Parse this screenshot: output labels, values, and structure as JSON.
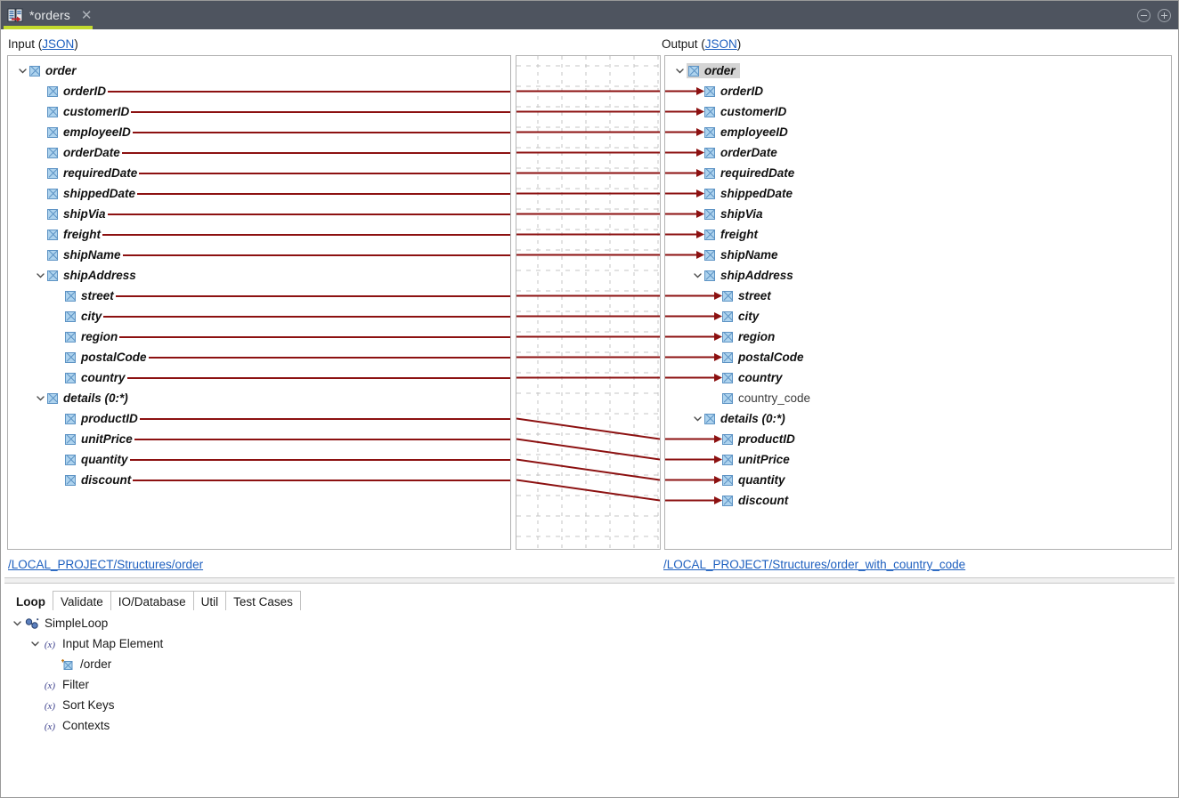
{
  "window": {
    "tab_title": "*orders",
    "tab_icon": "mapping-document-icon",
    "close_icon": "close-icon",
    "minimize_icon": "minimize-icon",
    "maximize_icon": "maximize-icon",
    "accent_color": "#c2d92e",
    "titlebar_color": "#4e545f"
  },
  "input": {
    "label": "Input (",
    "format": "JSON",
    "label_close": ")",
    "footer_link": "/LOCAL_PROJECT/Structures/order",
    "nodes": [
      {
        "label": "order",
        "indent": 0,
        "twisty": "expanded",
        "mapped": false,
        "style": "bold-italic"
      },
      {
        "label": "orderID",
        "indent": 1,
        "twisty": "none",
        "mapped": true,
        "style": "bold-italic"
      },
      {
        "label": "customerID",
        "indent": 1,
        "twisty": "none",
        "mapped": true,
        "style": "bold-italic"
      },
      {
        "label": "employeeID",
        "indent": 1,
        "twisty": "none",
        "mapped": true,
        "style": "bold-italic"
      },
      {
        "label": "orderDate",
        "indent": 1,
        "twisty": "none",
        "mapped": true,
        "style": "bold-italic"
      },
      {
        "label": "requiredDate",
        "indent": 1,
        "twisty": "none",
        "mapped": true,
        "style": "bold-italic"
      },
      {
        "label": "shippedDate",
        "indent": 1,
        "twisty": "none",
        "mapped": true,
        "style": "bold-italic"
      },
      {
        "label": "shipVia",
        "indent": 1,
        "twisty": "none",
        "mapped": true,
        "style": "bold-italic"
      },
      {
        "label": "freight",
        "indent": 1,
        "twisty": "none",
        "mapped": true,
        "style": "bold-italic"
      },
      {
        "label": "shipName",
        "indent": 1,
        "twisty": "none",
        "mapped": true,
        "style": "bold-italic"
      },
      {
        "label": "shipAddress",
        "indent": 1,
        "twisty": "expanded",
        "mapped": false,
        "style": "bold-italic"
      },
      {
        "label": "street",
        "indent": 2,
        "twisty": "none",
        "mapped": true,
        "style": "bold-italic"
      },
      {
        "label": "city",
        "indent": 2,
        "twisty": "none",
        "mapped": true,
        "style": "bold-italic"
      },
      {
        "label": "region",
        "indent": 2,
        "twisty": "none",
        "mapped": true,
        "style": "bold-italic"
      },
      {
        "label": "postalCode",
        "indent": 2,
        "twisty": "none",
        "mapped": true,
        "style": "bold-italic"
      },
      {
        "label": "country",
        "indent": 2,
        "twisty": "none",
        "mapped": true,
        "style": "bold-italic"
      },
      {
        "label": "details (0:*)",
        "indent": 1,
        "twisty": "expanded",
        "mapped": false,
        "style": "bold-italic"
      },
      {
        "label": "productID",
        "indent": 2,
        "twisty": "none",
        "mapped": true,
        "style": "bold-italic"
      },
      {
        "label": "unitPrice",
        "indent": 2,
        "twisty": "none",
        "mapped": true,
        "style": "bold-italic"
      },
      {
        "label": "quantity",
        "indent": 2,
        "twisty": "none",
        "mapped": true,
        "style": "bold-italic"
      },
      {
        "label": "discount",
        "indent": 2,
        "twisty": "none",
        "mapped": true,
        "style": "bold-italic"
      }
    ]
  },
  "output": {
    "label": "Output (",
    "format": "JSON",
    "label_close": ")",
    "footer_link": "/LOCAL_PROJECT/Structures/order_with_country_code",
    "nodes": [
      {
        "label": "order",
        "indent": 0,
        "twisty": "expanded",
        "mapped": false,
        "style": "bold-italic",
        "selected": true
      },
      {
        "label": "orderID",
        "indent": 1,
        "twisty": "none",
        "mapped": true,
        "style": "bold-italic"
      },
      {
        "label": "customerID",
        "indent": 1,
        "twisty": "none",
        "mapped": true,
        "style": "bold-italic"
      },
      {
        "label": "employeeID",
        "indent": 1,
        "twisty": "none",
        "mapped": true,
        "style": "bold-italic"
      },
      {
        "label": "orderDate",
        "indent": 1,
        "twisty": "none",
        "mapped": true,
        "style": "bold-italic"
      },
      {
        "label": "requiredDate",
        "indent": 1,
        "twisty": "none",
        "mapped": true,
        "style": "bold-italic"
      },
      {
        "label": "shippedDate",
        "indent": 1,
        "twisty": "none",
        "mapped": true,
        "style": "bold-italic"
      },
      {
        "label": "shipVia",
        "indent": 1,
        "twisty": "none",
        "mapped": true,
        "style": "bold-italic"
      },
      {
        "label": "freight",
        "indent": 1,
        "twisty": "none",
        "mapped": true,
        "style": "bold-italic"
      },
      {
        "label": "shipName",
        "indent": 1,
        "twisty": "none",
        "mapped": true,
        "style": "bold-italic"
      },
      {
        "label": "shipAddress",
        "indent": 1,
        "twisty": "expanded",
        "mapped": false,
        "style": "bold-italic"
      },
      {
        "label": "street",
        "indent": 2,
        "twisty": "none",
        "mapped": true,
        "style": "bold-italic"
      },
      {
        "label": "city",
        "indent": 2,
        "twisty": "none",
        "mapped": true,
        "style": "bold-italic"
      },
      {
        "label": "region",
        "indent": 2,
        "twisty": "none",
        "mapped": true,
        "style": "bold-italic"
      },
      {
        "label": "postalCode",
        "indent": 2,
        "twisty": "none",
        "mapped": true,
        "style": "bold-italic"
      },
      {
        "label": "country",
        "indent": 2,
        "twisty": "none",
        "mapped": true,
        "style": "bold-italic"
      },
      {
        "label": "country_code",
        "indent": 2,
        "twisty": "none",
        "mapped": false,
        "style": "plain"
      },
      {
        "label": "details (0:*)",
        "indent": 1,
        "twisty": "expanded",
        "mapped": false,
        "style": "bold-italic"
      },
      {
        "label": "productID",
        "indent": 2,
        "twisty": "none",
        "mapped": true,
        "style": "bold-italic"
      },
      {
        "label": "unitPrice",
        "indent": 2,
        "twisty": "none",
        "mapped": true,
        "style": "bold-italic"
      },
      {
        "label": "quantity",
        "indent": 2,
        "twisty": "none",
        "mapped": true,
        "style": "bold-italic"
      },
      {
        "label": "discount",
        "indent": 2,
        "twisty": "none",
        "mapped": true,
        "style": "bold-italic"
      }
    ]
  },
  "mappings": [
    {
      "from": "orderID",
      "to": "orderID"
    },
    {
      "from": "customerID",
      "to": "customerID"
    },
    {
      "from": "employeeID",
      "to": "employeeID"
    },
    {
      "from": "orderDate",
      "to": "orderDate"
    },
    {
      "from": "requiredDate",
      "to": "requiredDate"
    },
    {
      "from": "shippedDate",
      "to": "shippedDate"
    },
    {
      "from": "shipVia",
      "to": "shipVia"
    },
    {
      "from": "freight",
      "to": "freight"
    },
    {
      "from": "shipName",
      "to": "shipName"
    },
    {
      "from": "street",
      "to": "street"
    },
    {
      "from": "city",
      "to": "city"
    },
    {
      "from": "region",
      "to": "region"
    },
    {
      "from": "postalCode",
      "to": "postalCode"
    },
    {
      "from": "country",
      "to": "country"
    },
    {
      "from": "productID",
      "to": "productID"
    },
    {
      "from": "unitPrice",
      "to": "unitPrice"
    },
    {
      "from": "quantity",
      "to": "quantity"
    },
    {
      "from": "discount",
      "to": "discount"
    }
  ],
  "bottom": {
    "tabs": [
      {
        "label": "Loop",
        "active": true
      },
      {
        "label": "Validate",
        "active": false
      },
      {
        "label": "IO/Database",
        "active": false
      },
      {
        "label": "Util",
        "active": false
      },
      {
        "label": "Test Cases",
        "active": false
      }
    ],
    "tree": [
      {
        "label": "SimpleLoop",
        "indent": 0,
        "twisty": "expanded",
        "icon": "loop-chain-icon"
      },
      {
        "label": "Input Map Element",
        "indent": 1,
        "twisty": "expanded",
        "icon": "expression-fx-icon"
      },
      {
        "label": "/order",
        "indent": 2,
        "twisty": "none",
        "icon": "map-element-icon"
      },
      {
        "label": "Filter",
        "indent": 1,
        "twisty": "none",
        "icon": "expression-fx-icon"
      },
      {
        "label": "Sort Keys",
        "indent": 1,
        "twisty": "none",
        "icon": "expression-fx-icon"
      },
      {
        "label": "Contexts",
        "indent": 1,
        "twisty": "none",
        "icon": "expression-fx-icon"
      }
    ]
  }
}
